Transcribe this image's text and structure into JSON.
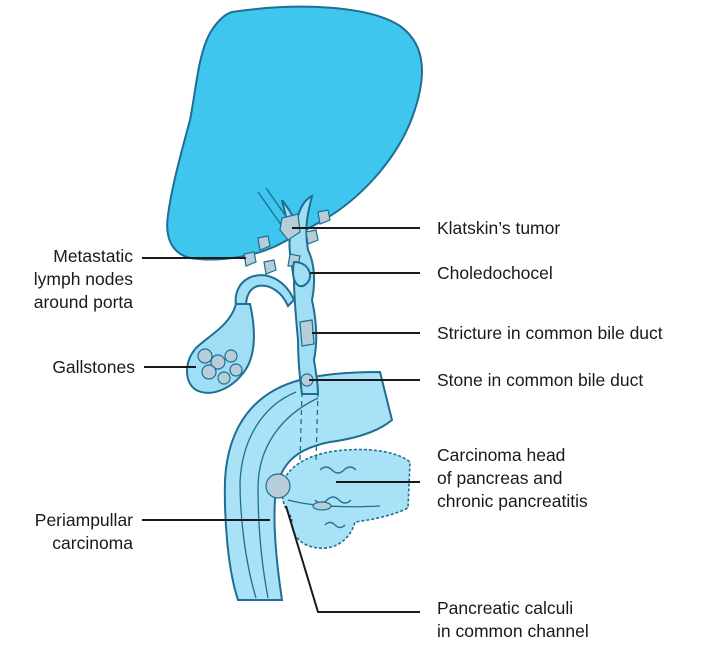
{
  "colors": {
    "liver": "#3ec6ee",
    "duct": "#9fdef5",
    "outline": "#1f6e93",
    "lesion": "#b7cdd8",
    "label": "#1a1a1a"
  },
  "labels": {
    "klatskin": "Klatskin’s tumor",
    "choledochocel": "Choledochocel",
    "stricture": "Stricture in common bile duct",
    "stone_cbd": "Stone in common bile duct",
    "carcinoma_head": [
      "Carcinoma head",
      "of pancreas and",
      "chronic pancreatitis"
    ],
    "calculi": [
      "Pancreatic calculi",
      "in common channel"
    ],
    "metastatic": [
      "Metastatic",
      "lymph nodes",
      "around porta"
    ],
    "gallstones": "Gallstones",
    "periampullar": [
      "Periampullar",
      "carcinoma"
    ]
  }
}
